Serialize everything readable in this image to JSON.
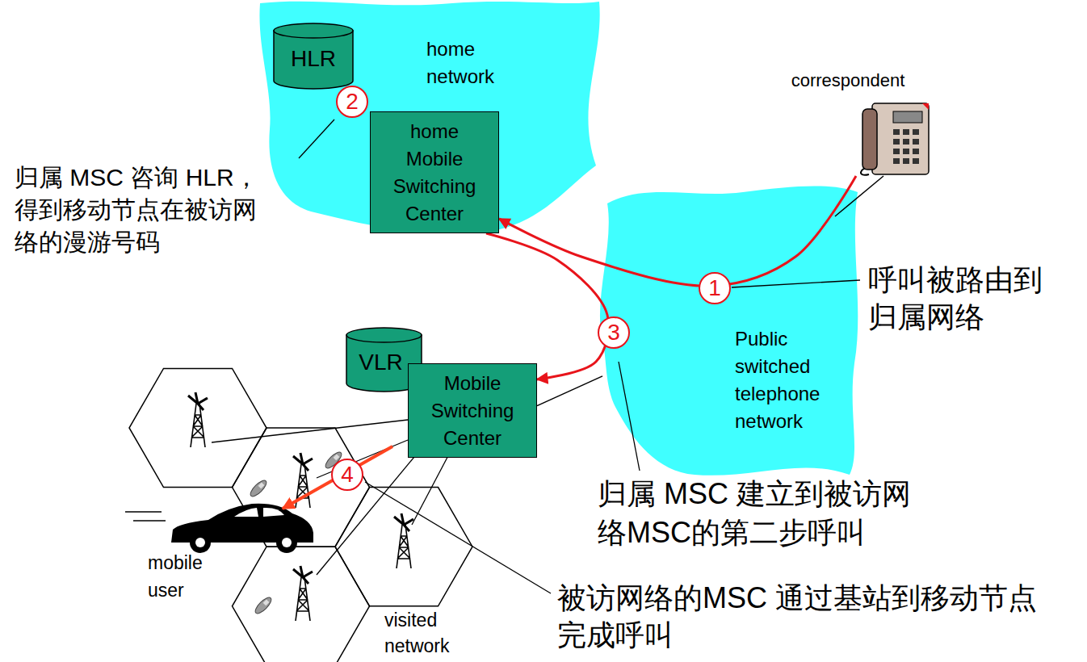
{
  "diagram": {
    "nodes": [
      {
        "text": [
          "home network"
        ]
      },
      {
        "text": [
          "HLR"
        ],
        "in": 0
      },
      {
        "text": [
          "home Mobile Switching Center"
        ],
        "in": 0
      },
      {
        "text": [
          "correspondent"
        ]
      },
      {
        "text": [
          "Public switched telephone network"
        ]
      },
      {
        "text": [
          "VLR"
        ]
      },
      {
        "text": [
          "Mobile Switching Center"
        ]
      }
    ],
    "edges": [
      {
        "from": 3,
        "to": 2,
        "arrow": "to"
      },
      {
        "from": 2,
        "to": 6,
        "arrow": "to"
      },
      {
        "from": 3,
        "to": 4,
        "arrow": "none"
      },
      {
        "from": 6,
        "to": 4,
        "arrow": "none"
      }
    ],
    "labels": [
      "1",
      "2",
      "3",
      "4",
      "归属 MSC 咨询 HLR，得到移动节点在被访网络的漫游号码",
      "呼叫被路由到归属网络",
      "归属 MSC 建立到被访网络MSC的第二步呼叫",
      "被访网络的MSC 通过基站到移动节点完成呼叫",
      "mobile user",
      "visited network"
    ]
  }
}
